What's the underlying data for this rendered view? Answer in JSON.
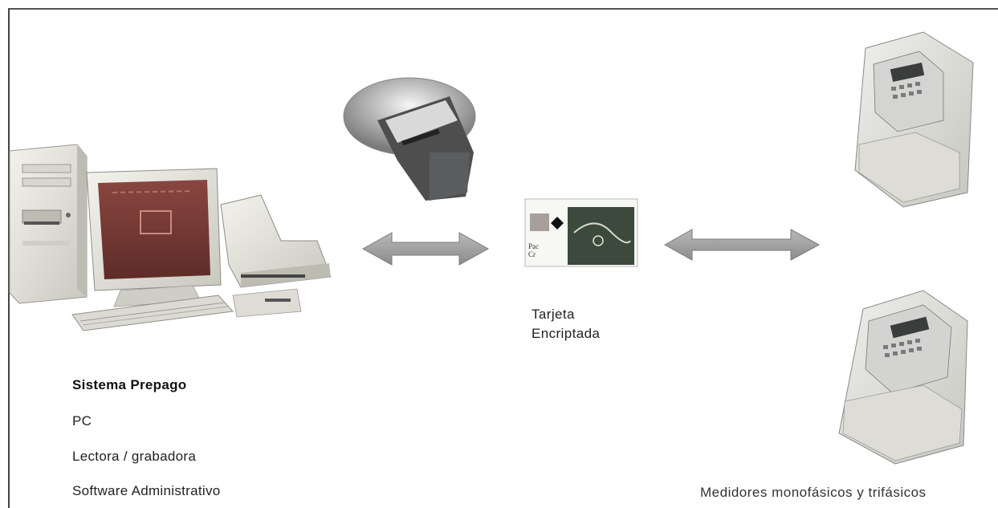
{
  "diagram": {
    "system": {
      "title": "Sistema Prepago",
      "items": [
        "PC",
        "Lectora / grabadora",
        "Software Administrativo"
      ]
    },
    "card": {
      "caption_line1": "Tarjeta",
      "caption_line2": "Encriptada"
    },
    "meters": {
      "caption": "Medidores monofásicos y trifásicos"
    },
    "colors": {
      "arrow": "#a0a0a0",
      "device_body": "#e4e4dc",
      "screen": "#7a3b36",
      "frame": "#555555"
    }
  }
}
